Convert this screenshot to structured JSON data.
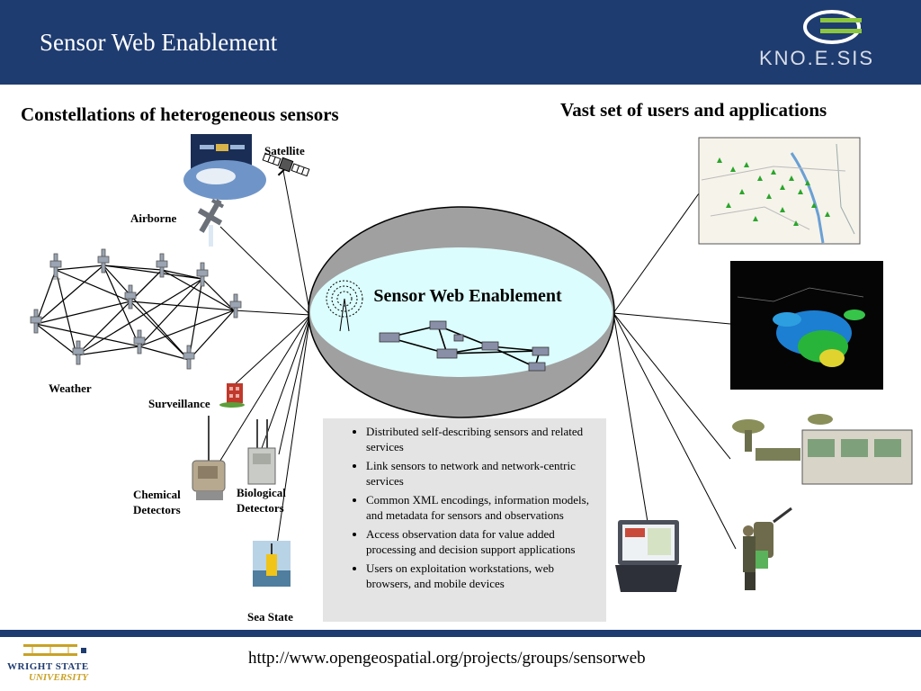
{
  "header": {
    "title": "Sensor Web Enablement",
    "logo_text": "KNO.E.SIS"
  },
  "left_heading": "Constellations of heterogeneous sensors",
  "right_heading": "Vast set of users and applications",
  "center": {
    "title": "Sensor Web Enablement"
  },
  "sensor_labels": {
    "satellite": "Satellite",
    "airborne": "Airborne",
    "weather": "Weather",
    "surveillance": "Surveillance",
    "chemical_line1": "Chemical",
    "chemical_line2": "Detectors",
    "biological_line1": "Biological",
    "biological_line2": "Detectors",
    "sea_state": "Sea State"
  },
  "bullets": [
    "Distributed self-describing sensors and related services",
    "Link sensors to network and network-centric services",
    "Common XML encodings, information models, and metadata for sensors and observations",
    "Access observation data for value added processing and decision support applications",
    "Users on exploitation workstations, web browsers, and mobile devices"
  ],
  "footer": {
    "url": "http://www.opengeospatial.org/projects/groups/sensorweb",
    "university_line1": "WRIGHT STATE",
    "university_line2": "UNIVERSITY"
  },
  "colors": {
    "header": "#1f3c70",
    "ellipse_outer": "#a0a0a0",
    "ellipse_inner": "#dcfdfd",
    "bullet_box": "#e4e4e4",
    "map_marker": "#2aa52a"
  }
}
